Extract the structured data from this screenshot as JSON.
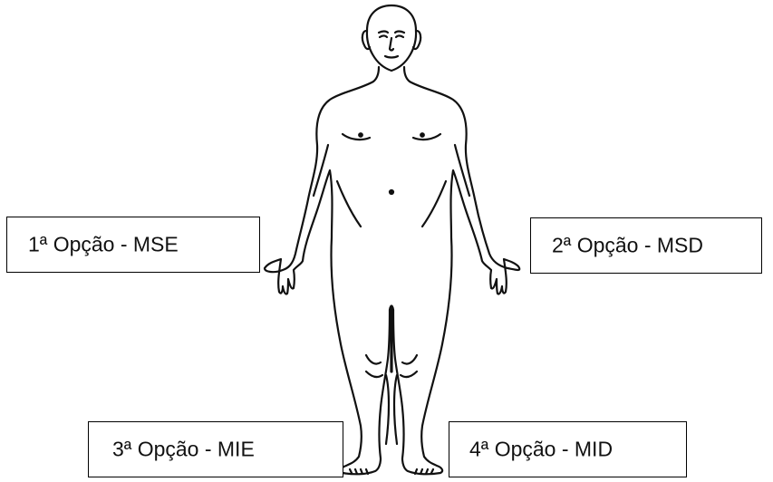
{
  "figure": {
    "icon": "human-body-front-outline"
  },
  "options": [
    {
      "id": "box-1",
      "label": "1ª Opção - MSE"
    },
    {
      "id": "box-2",
      "label": "2ª Opção - MSD"
    },
    {
      "id": "box-3",
      "label": "3ª Opção - MIE"
    },
    {
      "id": "box-4",
      "label": "4ª Opção - MID"
    }
  ]
}
